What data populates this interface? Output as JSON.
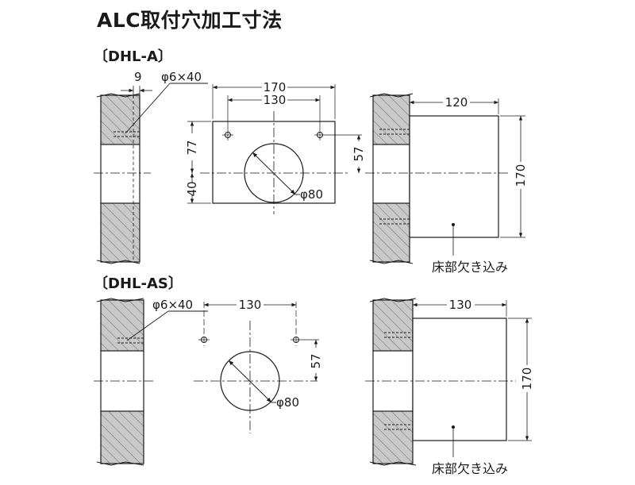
{
  "title": "ALC取付穴加工寸法",
  "sections": [
    {
      "label": "〔DHL-A〕",
      "dims": {
        "wall_width": "9",
        "hole_spec": "φ6×40",
        "plate_width": "170",
        "hole_pitch": "130",
        "upper_height": "77",
        "lower_height": "40",
        "side_pitch": "57",
        "duct_diameter": "φ80",
        "side_depth": "120",
        "side_height": "170",
        "floor_note": "床部欠き込み"
      }
    },
    {
      "label": "〔DHL-AS〕",
      "dims": {
        "hole_spec": "φ6×40",
        "hole_pitch": "130",
        "side_pitch": "57",
        "duct_diameter": "φ80",
        "side_depth": "130",
        "side_height": "170",
        "floor_note": "床部欠き込み"
      }
    }
  ]
}
